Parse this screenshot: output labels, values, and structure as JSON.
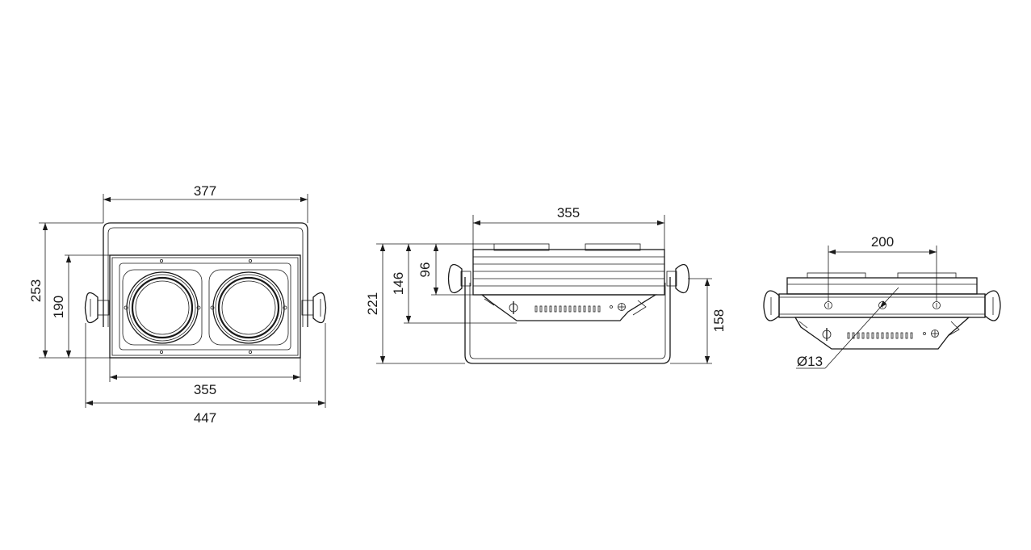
{
  "front_view": {
    "width_top": "377",
    "height_total": "253",
    "height_body": "190",
    "width_body": "355",
    "width_total": "447"
  },
  "side_view": {
    "width": "355",
    "height_total": "221",
    "height_mid": "146",
    "height_top": "96",
    "height_right": "158"
  },
  "top_view": {
    "hole_spacing": "200",
    "hole_diameter": "Ø13"
  }
}
